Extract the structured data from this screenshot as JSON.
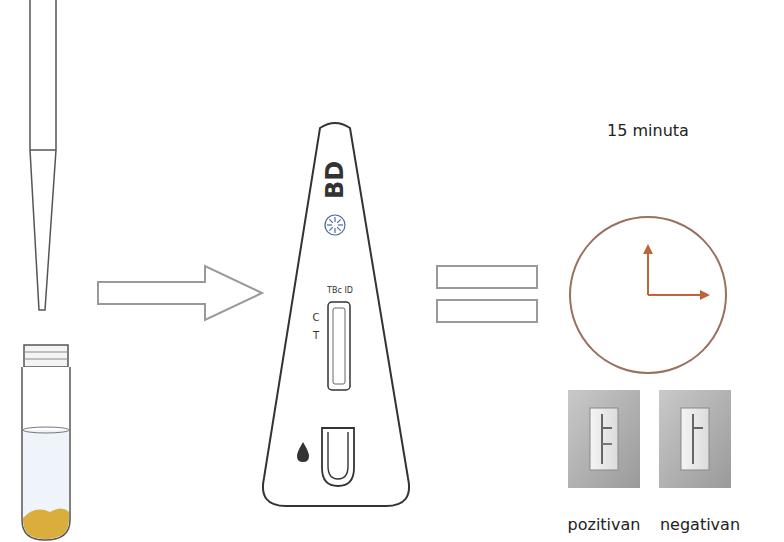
{
  "diagram": {
    "nodes": [
      {
        "text": [
          "BD",
          "TBc ID",
          "C",
          "T"
        ]
      }
    ],
    "labels": [
      "15 minuta",
      "pozitivan",
      "negativan"
    ]
  }
}
